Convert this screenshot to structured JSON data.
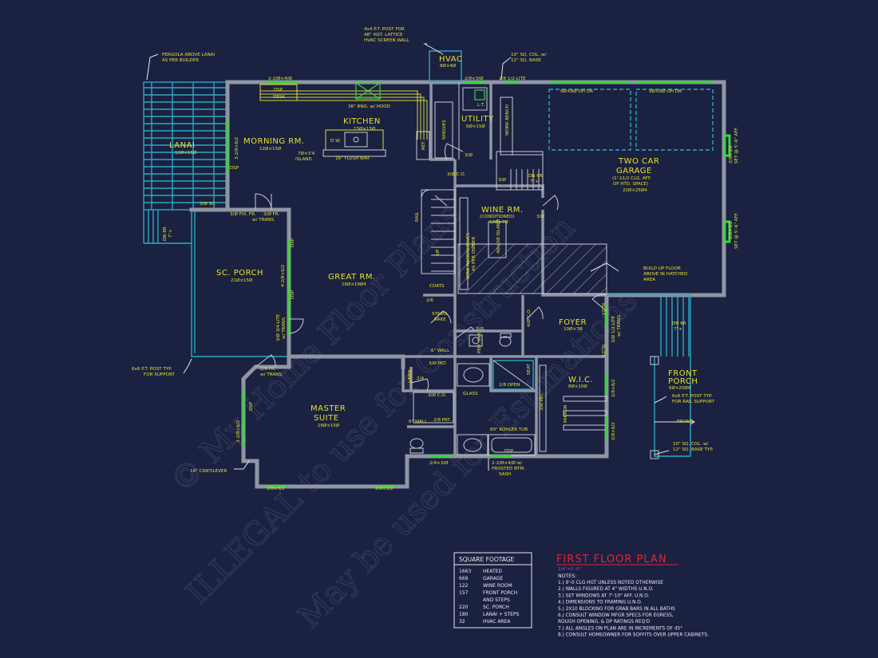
{
  "watermark": {
    "line1": "© My Home Floor Plans",
    "line2": "ILLEGAL to use for Construction",
    "line3": "May be used for Estimations"
  },
  "rooms": {
    "lanai": {
      "name": "LANAI",
      "size": "12Ø×16Ø"
    },
    "morning": {
      "name": "MORNING RM.",
      "size": "12Ø×15Ø"
    },
    "kitchen": {
      "name": "KITCHEN",
      "size": "15Ø×15Ø"
    },
    "hvac": {
      "name": "HVAC",
      "size": "8Ø×4Ø"
    },
    "utility": {
      "name": "UTILITY",
      "size": "6Ø×15Ø"
    },
    "garage": {
      "name": "TWO CAR",
      "name2": "GARAGE",
      "note1": "(1'-11/2 CLG. AFF.",
      "note2": "OF HTD. SPACE)",
      "size": "22Ø×25Ø4"
    },
    "wine": {
      "name": "WINE RM.",
      "note": "(CONDITIONED)",
      "size": "12Ø×7Ø"
    },
    "scporch": {
      "name": "SC. PORCH",
      "size": "21Ø×15Ø"
    },
    "great": {
      "name": "GREAT RM.",
      "size": "16Ø×19Ø4"
    },
    "foyer": {
      "name": "FOYER",
      "size": "10Ø×7Ø"
    },
    "master": {
      "name": "MASTER",
      "name2": "SUITE",
      "size": "16Ø×15Ø"
    },
    "wic": {
      "name": "W.I.C.",
      "size": "8Ø×10Ø"
    },
    "frontporch": {
      "name": "FRONT",
      "name2": "PORCH",
      "size": "6Ø×20Ø4"
    }
  },
  "labels": {
    "pergola": "PERGOLA ABOVE LANAI",
    "pergola2": "AS PER BUILDER",
    "post_top": "4x4 P.T. POST FOR",
    "post_top2": "48\" HGT. LATTICE",
    "post_top3": "HVAC SCREEN WALL",
    "col_top": "10\" SQ. COL. w/",
    "col_top2": "12\" SQ. BASE",
    "garage_door1": "9Ø×8Ø OH DR",
    "garage_door2": "9Ø×8Ø OH DR",
    "set1": "SET @ 5'-6\" AFF.",
    "set2": "SET @ 5'-6\" AFF.",
    "hood": "36\" RNG. w/ HOOD",
    "desk": "DESK",
    "dsp": "DSP",
    "island": "7Ø×3'4",
    "island2": "ISLAND",
    "flushbar": "16\" FLUSH BAR",
    "dw": "D.W.",
    "ref": "REF.",
    "shelves": "SHELVES",
    "lt": "L.T.",
    "workbench": "WORK BENCH",
    "dn6r": "DN 6R",
    "dn6r2": "7\"+",
    "wine_rack": "WINE RACK/SHELVES",
    "wine_rack2": "AS PER OWNER",
    "wine_island": "4Ø×2Ø ISLAND",
    "buildup": "BUILD UP FLOOR",
    "buildup2": "ABOVE IN HATCHED",
    "buildup3": "AREA",
    "coats": "COATS",
    "stairs_rake": "STAIRS",
    "stairs_rake2": "RAKE",
    "ped_snk": "PED. SNK",
    "post6x6": "6x6 P.T. POST TYP.",
    "post6x6b": "FOR SUPPORT",
    "post6x6r": "6x6 P.T. POST TYP.",
    "post6x6r2": "FOR RAIL SUPPORT",
    "col_base": "10\" SQ. COL. w/",
    "col_base2": "12\" SQ. BASE TYP.",
    "front": "FRONT",
    "cantilever": "18\" CANTILEVER",
    "kohler": "60\" KOHLER TUB",
    "frosted": "2-2/Ø×4/Ø w/",
    "frosted2": "FROSTED BTM.",
    "frosted3": "SASH",
    "glass": "GLASS",
    "open": "2/8 OPEN",
    "seat": "SEAT",
    "wall6": "6\" WALL",
    "wall6b": "6\" WALL",
    "linen": "LINEN",
    "mirror": "MIRROR",
    "fixfr": "3/Ø FIX. FR.",
    "fixfr2": "3/Ø FR.",
    "trans": "w/ TRANS.",
    "sc3": "3/Ø SC.",
    "co": "3/Ø C.O.",
    "co2": "4/Ø C.O.",
    "co3": "3/Ø C.O.",
    "pkt": "3/Ø PKT.",
    "pkt2": "2/8 PKT.",
    "d1": "2-2/Ø×4/Ø",
    "d2": "2/8×3/Ø",
    "d3": "2/8 1/2-LITE",
    "d4": "2/8×3/2",
    "d5": "2/8×3/2",
    "d6": "2/4×3/Ø",
    "d7": "3-2/8×6/2",
    "d8": "3-2/8×6/2",
    "d9": "4-2/8×6/2",
    "d10": "3/Ø 3/4-LITE",
    "d11": "2/6 FR.",
    "d12": "3/Ø 1/2 LITE",
    "d13": "2/8×6/2",
    "d14": "2/8×6/2",
    "d15": "3/Ø PKT.",
    "d16": "2/4",
    "d17": "3/Ø",
    "d18": "2/6",
    "d19": "3/Ø",
    "d20": "3/Ø",
    "d21": "3/Ø",
    "d22": "2/8×5/2",
    "d23": "2/8×5/2",
    "d24": "2/8×5/2",
    "d25": "12\"SL",
    "d26": "12\"SL",
    "dnleft": "DN 8R",
    "dnleft2": "7\"+",
    "dnfront": "DN 6R",
    "dnfront2": "7\"+",
    "rail": "RAIL",
    "up": "UP"
  },
  "square_footage": {
    "title": "SQUARE FOOTAGE",
    "rows": [
      {
        "value": "1663",
        "label": "HEATED"
      },
      {
        "value": "669",
        "label": "GARAGE"
      },
      {
        "value": "122",
        "label": "WINE ROOM"
      },
      {
        "value": "157",
        "label": "FRONT PORCH"
      },
      {
        "value": "",
        "label": "AND STEPS"
      },
      {
        "value": "220",
        "label": "SC. PORCH"
      },
      {
        "value": "180",
        "label": "LANAI + STEPS"
      },
      {
        "value": "32",
        "label": "HVAC AREA"
      }
    ]
  },
  "plan_title": "FIRST FLOOR PLAN",
  "scale": "1/4\"=1'-0\"",
  "notes": {
    "heading": "NOTES:",
    "items": [
      "1.) 9'-0 CLG HGT UNLESS NOTED OTHERWISE",
      "2.) WALLS FIGURED AT 4\" WIDTHS U.N.O.",
      "3.) SET WINDOWS AT 7'-10\" AFF. U.N.O.",
      "4.) DIMENSIONS TO FRAMING U.N.O.",
      "5.) 2X10 BLOCKING FOR GRAB BARS IN ALL BATHS",
      "6.) CONSULT WINDOW MFGR SPECS FOR EGRESS,",
      "     ROUGH OPENING, & DP RATINGS REQ'D",
      "7.) ALL ANGLES ON PLAN ARE IN INCREMENTS OF 45°",
      "8.) CONSULT HOMEOWNER FOR SOFFITS OVER UPPER CABINETS."
    ]
  }
}
